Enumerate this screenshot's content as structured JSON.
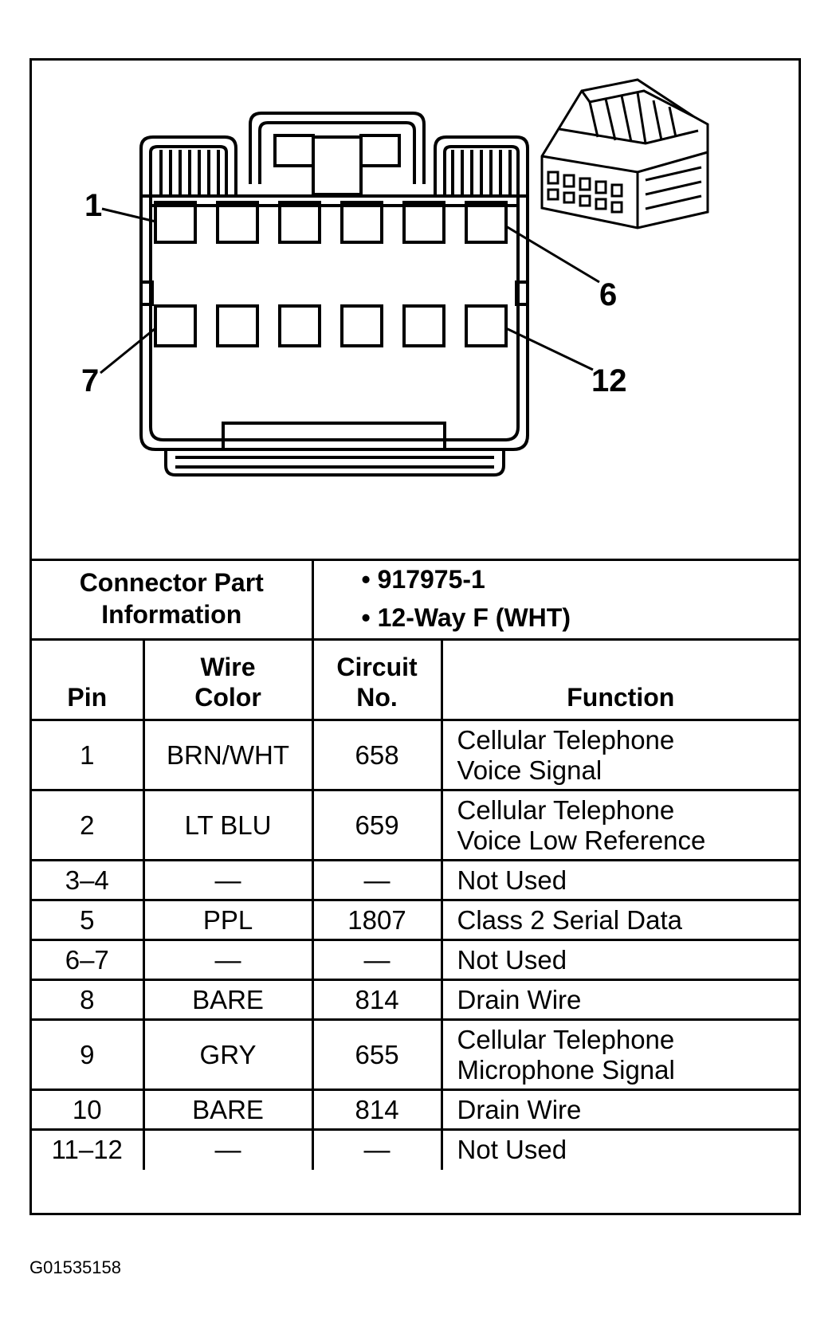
{
  "diagram": {
    "pin_labels": [
      {
        "id": "1",
        "text": "1"
      },
      {
        "id": "6",
        "text": "6"
      },
      {
        "id": "7",
        "text": "7"
      },
      {
        "id": "12",
        "text": "12"
      }
    ]
  },
  "connector_info": {
    "title_line1": "Connector Part",
    "title_line2": "Information",
    "items": [
      "• 917975-1",
      "• 12-Way F (WHT)"
    ]
  },
  "table": {
    "headers": {
      "pin": "Pin",
      "wire_line1": "Wire",
      "wire_line2": "Color",
      "circuit_line1": "Circuit",
      "circuit_line2": "No.",
      "function": "Function"
    },
    "rows": [
      {
        "pin": "1",
        "wire": "BRN/WHT",
        "circuit": "658",
        "func1": "Cellular Telephone",
        "func2": "Voice Signal"
      },
      {
        "pin": "2",
        "wire": "LT BLU",
        "circuit": "659",
        "func1": "Cellular Telephone",
        "func2": "Voice Low Reference"
      },
      {
        "pin": "3–4",
        "wire": "—",
        "circuit": "—",
        "func1": "Not Used"
      },
      {
        "pin": "5",
        "wire": "PPL",
        "circuit": "1807",
        "func1": "Class 2 Serial Data"
      },
      {
        "pin": "6–7",
        "wire": "—",
        "circuit": "—",
        "func1": "Not Used"
      },
      {
        "pin": "8",
        "wire": "BARE",
        "circuit": "814",
        "func1": "Drain Wire"
      },
      {
        "pin": "9",
        "wire": "GRY",
        "circuit": "655",
        "func1": "Cellular Telephone",
        "func2": "Microphone Signal"
      },
      {
        "pin": "10",
        "wire": "BARE",
        "circuit": "814",
        "func1": "Drain Wire"
      },
      {
        "pin": "11–12",
        "wire": "—",
        "circuit": "—",
        "func1": "Not Used"
      }
    ]
  },
  "figure_code": "G01535158"
}
